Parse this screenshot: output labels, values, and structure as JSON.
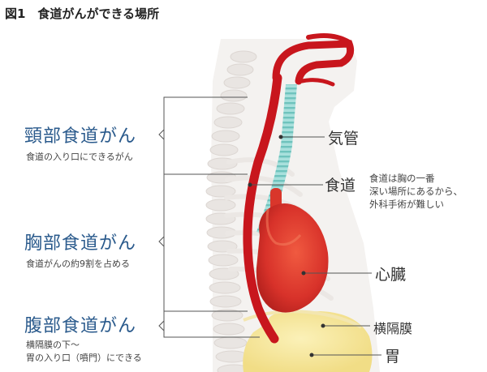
{
  "figure": {
    "title": "図1　食道がんができる場所"
  },
  "regions": [
    {
      "name": "頸部食道がん",
      "description": "食道の入り口にできるがん"
    },
    {
      "name": "胸部食道がん",
      "description": "食道がんの約9割を占める"
    },
    {
      "name": "腹部食道がん",
      "description": "横隔膜の下～\n胃の入り口（噴門）にできる"
    }
  ],
  "organs": {
    "trachea": "気管",
    "esophagus": "食道",
    "esophagus_note": "食道は胸の一番\n深い場所にあるから、\n外科手術が難しい",
    "heart": "心臓",
    "diaphragm": "横隔膜",
    "stomach": "胃"
  },
  "colors": {
    "region_text": "#2a5a8c",
    "esophagus": "#c8161d",
    "trachea": "#8fd3cf",
    "heart": "#d9362b",
    "stomach": "#f7e79a",
    "bone": "#ece8e5"
  }
}
